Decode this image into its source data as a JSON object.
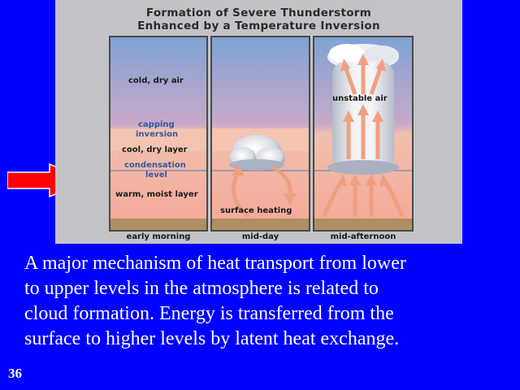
{
  "figure": {
    "title_line1": "Formation of Severe Thunderstorm",
    "title_line2": "Enhanced by a Temperature Inversion",
    "panels": [
      {
        "time": "early morning",
        "labels": {
          "cold_dry_air": "cold, dry air",
          "capping_inversion_1": "capping",
          "capping_inversion_2": "inversion",
          "cool_dry_layer": "cool, dry layer",
          "condensation_level_1": "condensation",
          "condensation_level_2": "level",
          "warm_moist_layer": "warm, moist layer"
        }
      },
      {
        "time": "mid-day",
        "labels": {
          "surface_heating": "surface heating"
        }
      },
      {
        "time": "mid-afternoon",
        "labels": {
          "unstable_air": "unstable air"
        }
      }
    ]
  },
  "caption": {
    "lines": [
      "A major mechanism of heat transport from lower",
      "to upper levels in  the atmosphere is related to",
      "cloud formation. Energy is transferred from the",
      "surface to higher levels by latent heat exchange."
    ]
  },
  "slide_number": "36",
  "colors": {
    "background": "#0000FF",
    "pointer_arrow": "#FF0000",
    "heat_arrow": "#F0A080",
    "label_blue": "#2d5aa0"
  }
}
